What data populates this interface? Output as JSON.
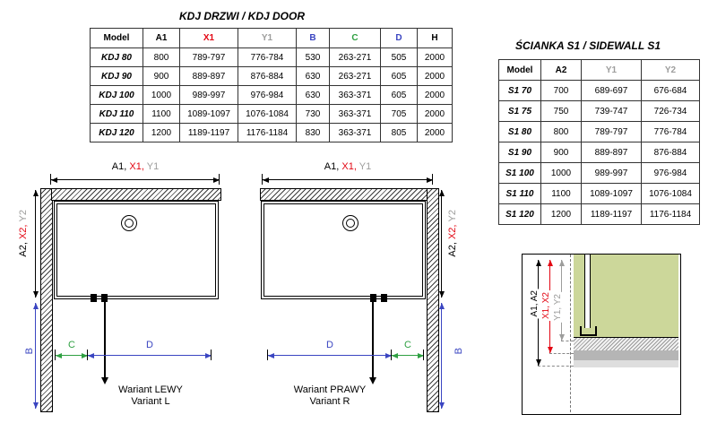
{
  "colors": {
    "black": "#000000",
    "red": "#e30613",
    "gray": "#9d9d9c",
    "blue": "#3a45c1",
    "green": "#2fa042",
    "wall_green": "#ccd79a"
  },
  "door_table": {
    "title": "KDJ DRZWI / KDJ DOOR",
    "headers": [
      {
        "label": "Model",
        "color": "black"
      },
      {
        "label": "A1",
        "color": "black"
      },
      {
        "label": "X1",
        "color": "red"
      },
      {
        "label": "Y1",
        "color": "gray"
      },
      {
        "label": "B",
        "color": "blue"
      },
      {
        "label": "C",
        "color": "green"
      },
      {
        "label": "D",
        "color": "blue"
      },
      {
        "label": "H",
        "color": "black"
      }
    ],
    "rows": [
      [
        "KDJ 80",
        "800",
        "789-797",
        "776-784",
        "530",
        "263-271",
        "505",
        "2000"
      ],
      [
        "KDJ 90",
        "900",
        "889-897",
        "876-884",
        "630",
        "263-271",
        "605",
        "2000"
      ],
      [
        "KDJ 100",
        "1000",
        "989-997",
        "976-984",
        "630",
        "363-371",
        "605",
        "2000"
      ],
      [
        "KDJ 110",
        "1100",
        "1089-1097",
        "1076-1084",
        "730",
        "363-371",
        "705",
        "2000"
      ],
      [
        "KDJ 120",
        "1200",
        "1189-1197",
        "1176-1184",
        "830",
        "363-371",
        "805",
        "2000"
      ]
    ]
  },
  "sidewall_table": {
    "title": "ŚCIANKA S1 / SIDEWALL S1",
    "headers": [
      {
        "label": "Model",
        "color": "black"
      },
      {
        "label": "A2",
        "color": "black"
      },
      {
        "label": "Y1",
        "color": "gray"
      },
      {
        "label": "Y2",
        "color": "gray"
      }
    ],
    "rows": [
      [
        "S1 70",
        "700",
        "689-697",
        "676-684"
      ],
      [
        "S1 75",
        "750",
        "739-747",
        "726-734"
      ],
      [
        "S1 80",
        "800",
        "789-797",
        "776-784"
      ],
      [
        "S1 90",
        "900",
        "889-897",
        "876-884"
      ],
      [
        "S1 100",
        "1000",
        "989-997",
        "976-984"
      ],
      [
        "S1 110",
        "1100",
        "1089-1097",
        "1076-1084"
      ],
      [
        "S1 120",
        "1200",
        "1189-1197",
        "1176-1184"
      ]
    ]
  },
  "dim_labels": {
    "top_parts": [
      {
        "text": "A1, ",
        "color": "black"
      },
      {
        "text": "X1, ",
        "color": "red"
      },
      {
        "text": "Y1",
        "color": "gray"
      }
    ],
    "side_parts": [
      {
        "text": "A2, ",
        "color": "black"
      },
      {
        "text": "X2, ",
        "color": "red"
      },
      {
        "text": "Y2",
        "color": "gray"
      }
    ]
  },
  "dim_letters": {
    "b": "B",
    "c": "C",
    "d": "D"
  },
  "diagram_left": {
    "variant_line1": "Wariant LEWY",
    "variant_line2": "Variant L"
  },
  "diagram_right": {
    "variant_line1": "Wariant PRAWY",
    "variant_line2": "Variant R"
  },
  "section": {
    "dim_a": "A1, A2",
    "dim_x": "X1, X2",
    "dim_y": "Y1, Y2"
  }
}
